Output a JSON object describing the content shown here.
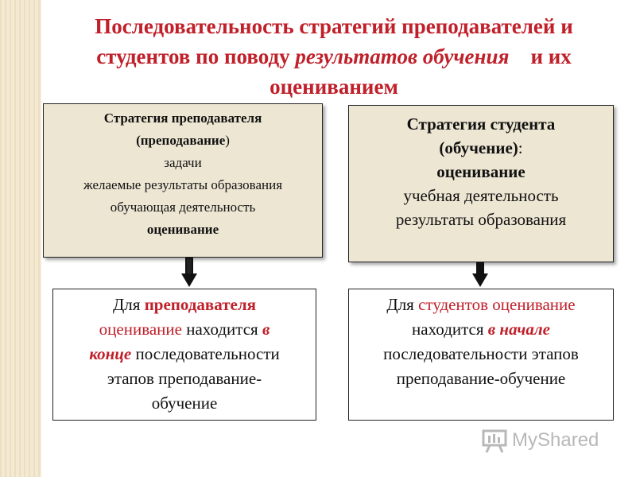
{
  "title": {
    "line1": "Последовательность стратегий  преподавателей и",
    "line2_pre": "студентов по поводу ",
    "line2_italic": "результатов обучения",
    "line2_post": "    и их",
    "line3": "оцениванием"
  },
  "teacher_box": {
    "heading": "Стратегия преподавателя",
    "sub_bold": "(преподавание",
    "sub_end": ")",
    "line3": "задачи",
    "line4": "желаемые результаты образования",
    "line5": "обучающая деятельность",
    "line6": "оценивание"
  },
  "student_box": {
    "heading": "Стратегия студента",
    "sub_bold": "(обучение)",
    "sub_end": ":",
    "line3": "оценивание",
    "line4": "учебная деятельность",
    "line5": "результаты образования"
  },
  "teacher_result": {
    "t1": "Для ",
    "t2": "преподавателя",
    "t3": "оценивание",
    "t4": " находится ",
    "t5": "в",
    "t6": "конце",
    "t7": " последовательности",
    "t8": "этапов преподавание-",
    "t9": "обучение"
  },
  "student_result": {
    "t1": "Для ",
    "t2": "студентов оценивание",
    "t3": "находится ",
    "t4": "в начале",
    "t5": "последовательности этапов",
    "t6": "преподавание-обучение"
  },
  "watermark": {
    "text": "MyShared"
  },
  "colors": {
    "accent": "#c0202a",
    "box_fill": "#ede6d3"
  }
}
